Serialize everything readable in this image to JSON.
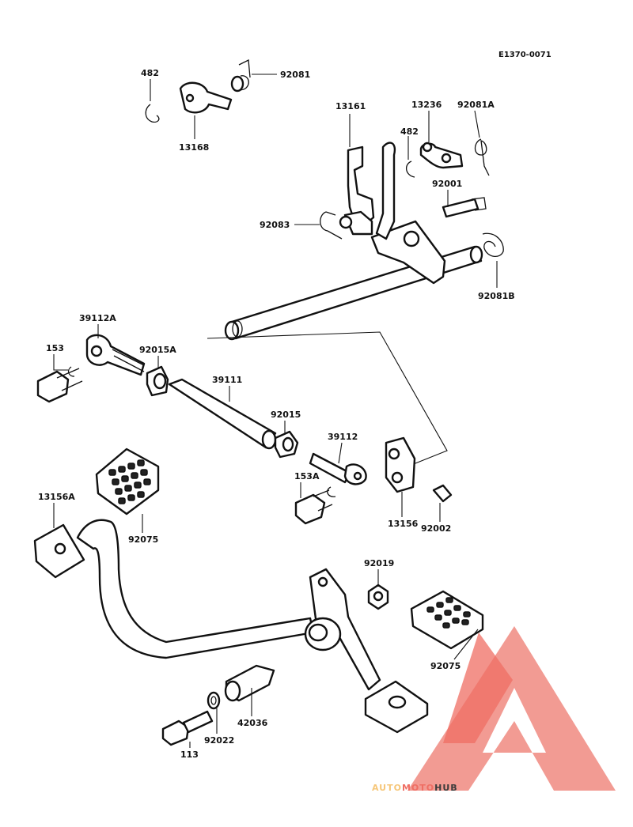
{
  "diagram": {
    "reference": "E1370-0071",
    "parts": [
      {
        "id": "p482a",
        "label": "482"
      },
      {
        "id": "p92081",
        "label": "92081"
      },
      {
        "id": "p13168",
        "label": "13168"
      },
      {
        "id": "p13161",
        "label": "13161"
      },
      {
        "id": "p13236",
        "label": "13236"
      },
      {
        "id": "p92081A",
        "label": "92081A"
      },
      {
        "id": "p482b",
        "label": "482"
      },
      {
        "id": "p92001",
        "label": "92001"
      },
      {
        "id": "p92083",
        "label": "92083"
      },
      {
        "id": "p92081B",
        "label": "92081B"
      },
      {
        "id": "p39112A",
        "label": "39112A"
      },
      {
        "id": "p153",
        "label": "153"
      },
      {
        "id": "p92015A",
        "label": "92015A"
      },
      {
        "id": "p39111",
        "label": "39111"
      },
      {
        "id": "p92015",
        "label": "92015"
      },
      {
        "id": "p39112",
        "label": "39112"
      },
      {
        "id": "p153A",
        "label": "153A"
      },
      {
        "id": "p13156",
        "label": "13156"
      },
      {
        "id": "p92002",
        "label": "92002"
      },
      {
        "id": "p13156A",
        "label": "13156A"
      },
      {
        "id": "p92075a",
        "label": "92075"
      },
      {
        "id": "p92019",
        "label": "92019"
      },
      {
        "id": "p92075b",
        "label": "92075"
      },
      {
        "id": "p42036",
        "label": "42036"
      },
      {
        "id": "p92022",
        "label": "92022"
      },
      {
        "id": "p113",
        "label": "113"
      }
    ]
  },
  "watermark": {
    "word_part1": "AUTO",
    "word_part2": "MOTO",
    "word_part3": "HUB",
    "color_light": "#f6c77a",
    "color_red": "#ef6e63",
    "color_dark": "#3b3b3b",
    "triangle_color": "#f08a80"
  }
}
